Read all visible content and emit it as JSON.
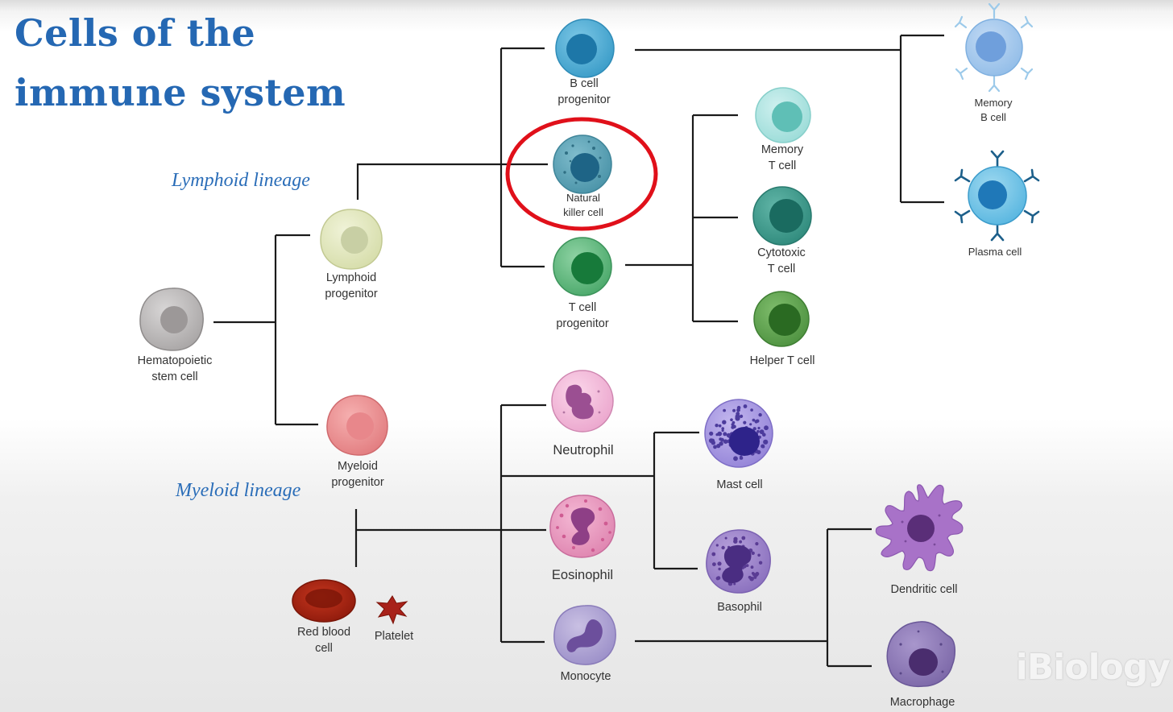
{
  "title": {
    "line1": "Cells of the",
    "line2": "immune system"
  },
  "lineages": {
    "lymphoid": "Lymphoid lineage",
    "myeloid": "Myeloid lineage"
  },
  "cells": {
    "hsc": "Hematopoietic\nstem cell",
    "lymphoid_progenitor": "Lymphoid\nprogenitor",
    "myeloid_progenitor": "Myeloid\nprogenitor",
    "b_progenitor": "B cell\nprogenitor",
    "nk_cell": "Natural\nkiller cell",
    "t_progenitor": "T cell\nprogenitor",
    "memory_t": "Memory\nT cell",
    "cytotoxic_t": "Cytotoxic\nT cell",
    "helper_t": "Helper T cell",
    "memory_b": "Memory\nB cell",
    "plasma": "Plasma cell",
    "neutrophil": "Neutrophil",
    "eosinophil": "Eosinophil",
    "monocyte": "Monocyte",
    "mast": "Mast cell",
    "basophil": "Basophil",
    "dendritic": "Dendritic cell",
    "macrophage": "Macrophage",
    "rbc": "Red blood\ncell",
    "platelet": "Platelet"
  },
  "highlight": {
    "target": "Natural killer cell",
    "color": "#e0101a"
  },
  "watermark": "iBiology",
  "colors": {
    "title": "#2568b3",
    "lineage": "#2a6db8",
    "links": "#1a1a1a"
  }
}
